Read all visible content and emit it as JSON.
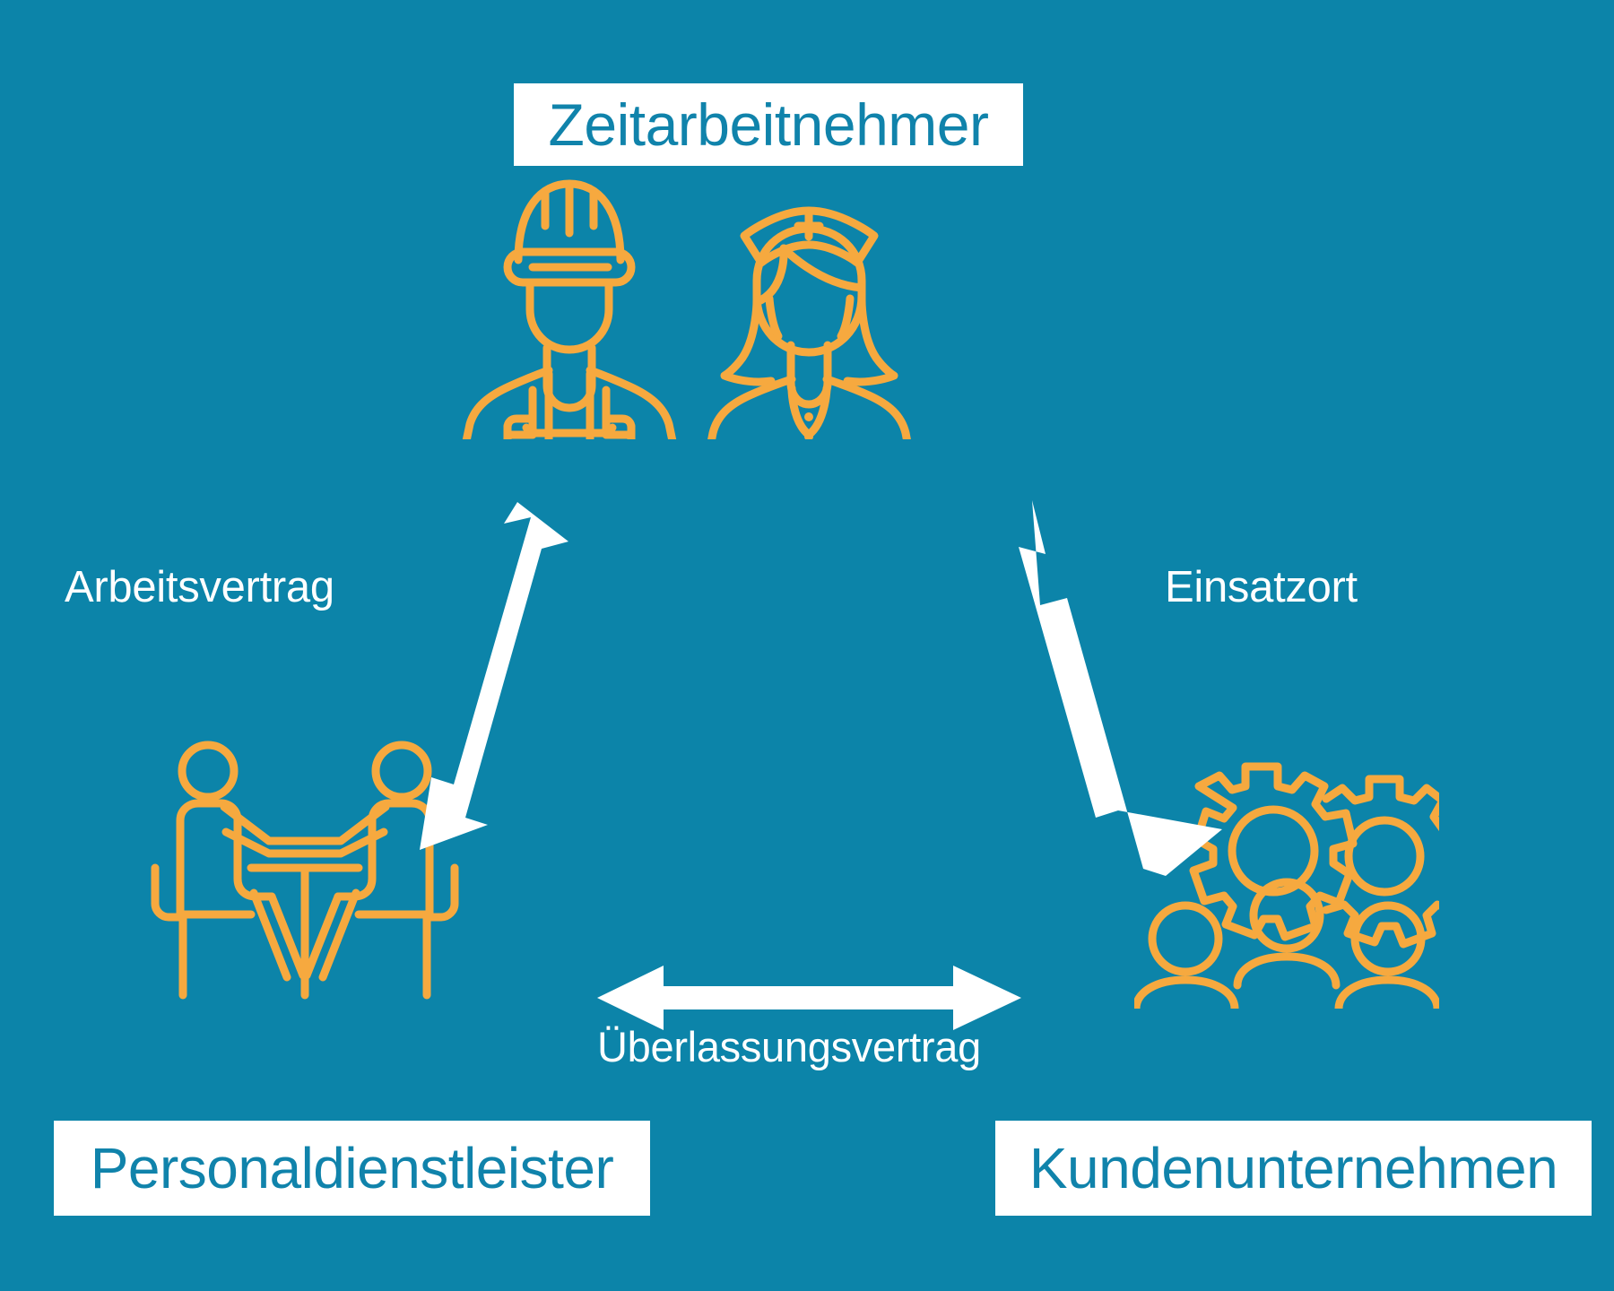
{
  "diagram": {
    "type": "triangle-relationship",
    "background_color": "#0C84A9",
    "accent_color": "#F6A93F",
    "plate_text_color": "#1083AB",
    "caption_color": "#FFFFFF",
    "title": "Zeitarbeitnehmer",
    "nodes": [
      {
        "id": "zeitarbeitnehmer",
        "label": "Zeitarbeitnehmer",
        "position": "top",
        "icons": [
          "construction-worker-icon",
          "nurse-icon"
        ]
      },
      {
        "id": "personaldienstleister",
        "label": "Personaldienstleister",
        "position": "bottom-left",
        "icons": [
          "two-people-at-table-icon"
        ]
      },
      {
        "id": "kundenunternehmen",
        "label": "Kundenunternehmen",
        "position": "bottom-right",
        "icons": [
          "gears-and-people-icon"
        ]
      }
    ],
    "connections": [
      {
        "id": "arbeitsvertrag",
        "label": "Arbeitsvertrag",
        "from": "personaldienstleister",
        "to": "zeitarbeitnehmer",
        "direction": "bidirectional",
        "orientation": "diagonal-left"
      },
      {
        "id": "einsatzort",
        "label": "Einsatzort",
        "from": "zeitarbeitnehmer",
        "to": "kundenunternehmen",
        "direction": "bidirectional",
        "orientation": "diagonal-right"
      },
      {
        "id": "ueberlassungsvertrag",
        "label": "Überlassungsvertrag",
        "from": "personaldienstleister",
        "to": "kundenunternehmen",
        "direction": "bidirectional",
        "orientation": "horizontal"
      }
    ]
  }
}
